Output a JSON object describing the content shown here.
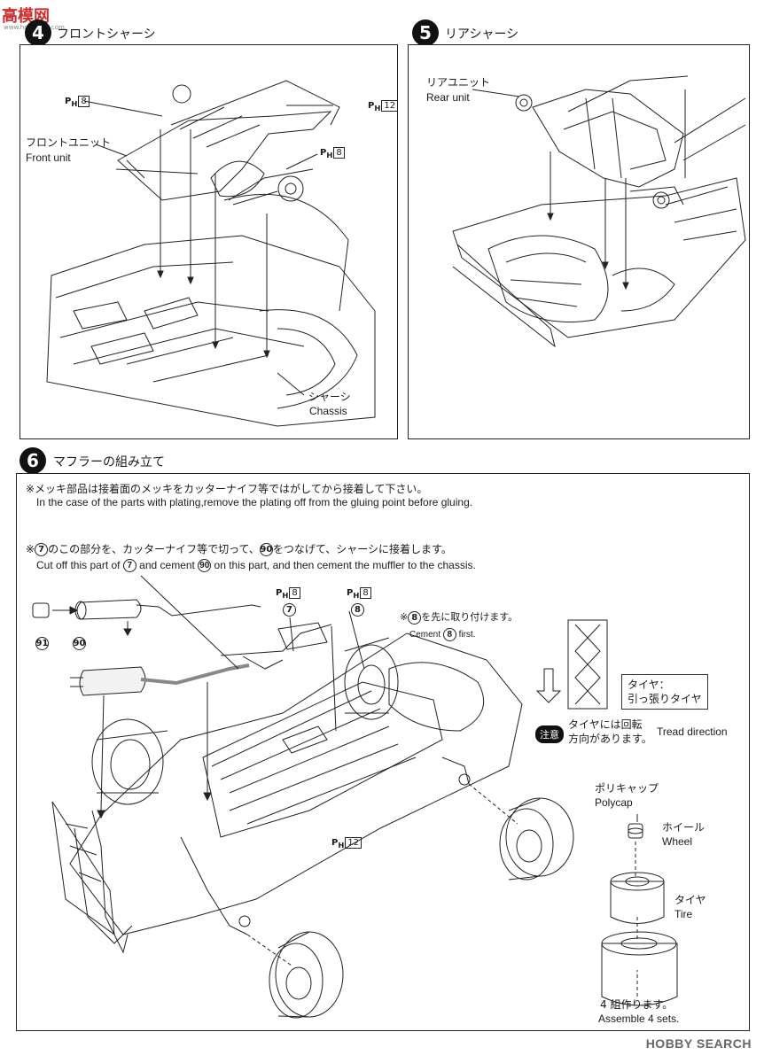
{
  "watermark": {
    "logo": "高模网",
    "sub": "www.hobbyfan.com"
  },
  "step4": {
    "number": "4",
    "title": "フロントシャーシ",
    "labels": {
      "front_unit_jp": "フロントユニット",
      "front_unit_en": "Front unit",
      "chassis_jp": "シャーシ",
      "chassis_en": "Chassis"
    },
    "part_codes": [
      {
        "prefix": "P",
        "sub": "H",
        "num": "8"
      },
      {
        "prefix": "P",
        "sub": "H",
        "num": "12"
      },
      {
        "prefix": "P",
        "sub": "H",
        "num": "8"
      }
    ]
  },
  "step5": {
    "number": "5",
    "title": "リアシャーシ",
    "labels": {
      "rear_unit_jp": "リアユニット",
      "rear_unit_en": "Rear unit"
    }
  },
  "step6": {
    "number": "6",
    "title": "マフラーの組み立て",
    "note1_jp": "※メッキ部品は接着面のメッキをカッターナイフ等ではがしてから接着して下さい。",
    "note1_en": "In the case of the parts with plating,remove the plating off from the gluing point before gluing.",
    "note2_jp_a": "※",
    "note2_jp_n1": "7",
    "note2_jp_b": "のこの部分を、カッターナイフ等で切って、",
    "note2_jp_n2": "90",
    "note2_jp_c": "をつなげて、シャーシに接着します。",
    "note2_en_a": "Cut off this part of ",
    "note2_en_n1": "7",
    "note2_en_b": " and cement ",
    "note2_en_n2": "90",
    "note2_en_c": " on this part, and then cement the muffler to the chassis.",
    "note3_jp_a": "※",
    "note3_jp_n": "8",
    "note3_jp_b": "を先に取り付けます。",
    "note3_en_a": "Cement ",
    "note3_en_n": "8",
    "note3_en_b": " first.",
    "part_nums": {
      "p91": "91",
      "p90": "90",
      "p7": "7",
      "p8": "8"
    },
    "part_codes": [
      {
        "prefix": "P",
        "sub": "H",
        "num": "8"
      },
      {
        "prefix": "P",
        "sub": "H",
        "num": "8"
      },
      {
        "prefix": "P",
        "sub": "H",
        "num": "12"
      }
    ],
    "tire_box_jp1": "タイヤ：",
    "tire_box_jp2": "引っ張りタイヤ",
    "caution_badge": "注意",
    "tread_jp1": "タイヤには回転",
    "tread_jp2": "方向があります。",
    "tread_en": "Tread direction",
    "polycap_jp": "ポリキャップ",
    "polycap_en": "Polycap",
    "wheel_jp": "ホイール",
    "wheel_en": "Wheel",
    "tire_jp": "タイヤ",
    "tire_en": "Tire",
    "assemble_jp": "4 組作ります。",
    "assemble_en": "Assemble 4 sets."
  },
  "footer_watermark": "HOBBY SEARCH"
}
